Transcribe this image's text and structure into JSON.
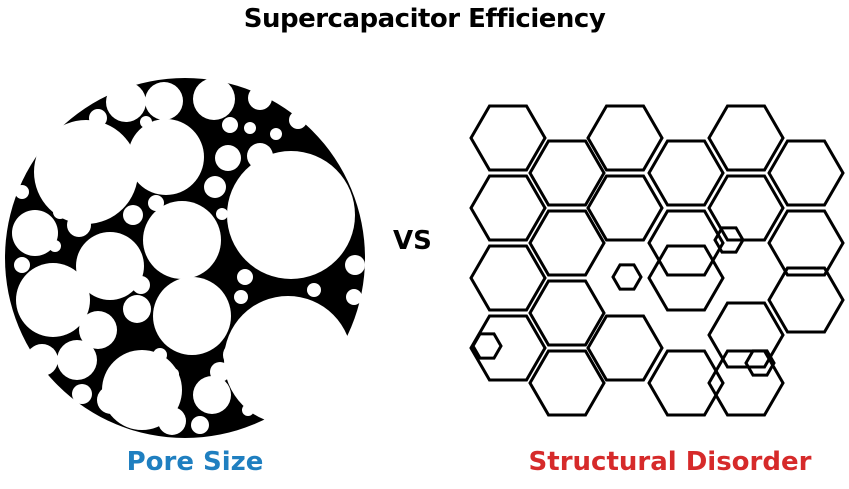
{
  "title": "Supercapacitor Efficiency",
  "vs_label": "VS",
  "left_label": "Pore Size",
  "right_label": "Structural Disorder",
  "colors": {
    "left_label": "#1f7fc0",
    "right_label": "#d62a2a",
    "ink": "#000000"
  }
}
